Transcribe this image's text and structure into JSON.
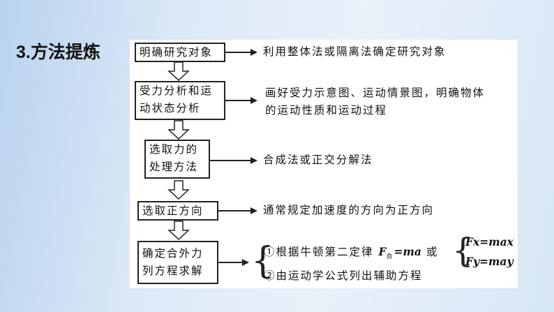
{
  "title": "3.方法提炼",
  "steps": [
    {
      "box": "明确研究对象",
      "result": "利用整体法或隔离法确定研究对象"
    },
    {
      "box_l1": "受力分析和运",
      "box_l2": "动状态分析",
      "result_l1": "画好受力示意图、运动情景图，明确物体",
      "result_l2": "的运动性质和运动过程"
    },
    {
      "box_l1": "选取力的",
      "box_l2": "处理方法",
      "result": "合成法或正交分解法"
    },
    {
      "box": "选取正方向",
      "result": "通常规定加速度的方向为正方向"
    },
    {
      "box_l1": "确定合外力",
      "box_l2": "列方程求解",
      "result_a": "①根据牛顿第二定律",
      "formula_F": "F",
      "formula_sub": "合",
      "formula_rest": "=ma",
      "or": "或",
      "fx": "Fx=max",
      "fy": "Fy=may",
      "result_b": "②由运动学公式列出辅助方程"
    }
  ]
}
